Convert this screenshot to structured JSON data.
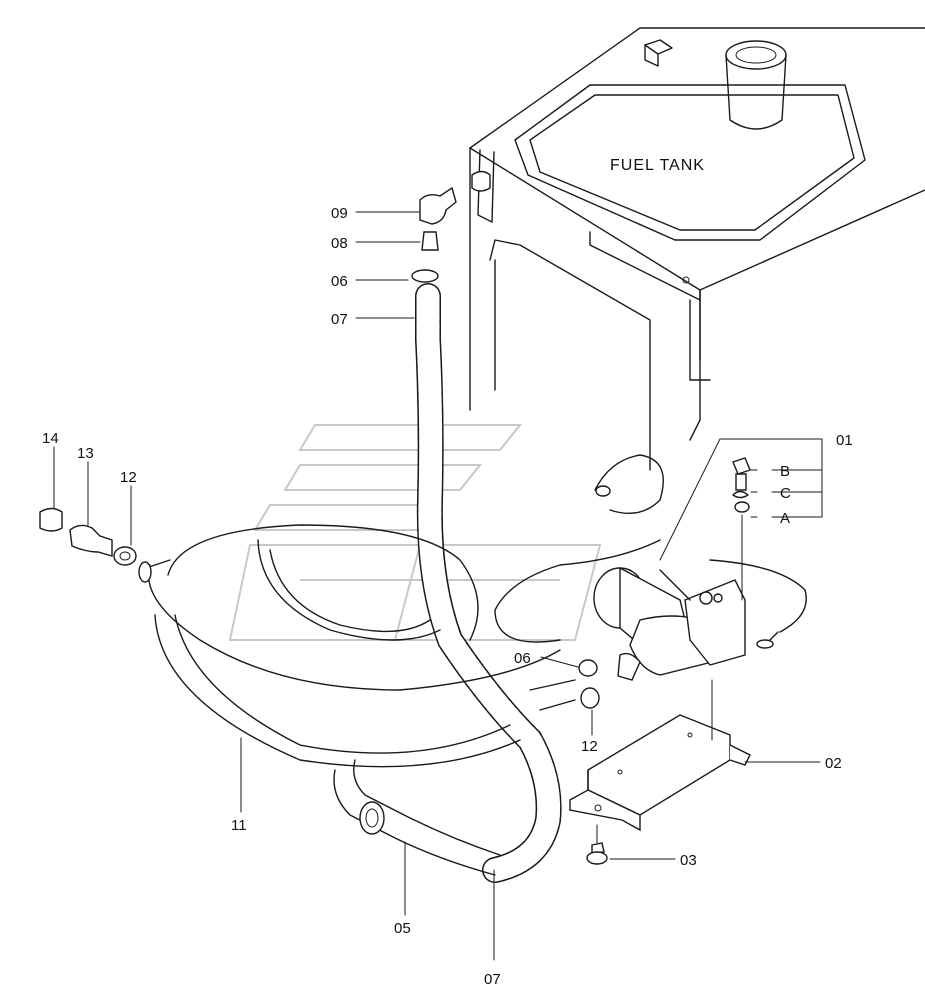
{
  "diagram": {
    "tank_label": "FUEL TANK",
    "parts": {
      "p01": "01",
      "p02": "02",
      "p03": "03",
      "p05": "05",
      "p06_top": "06",
      "p06_pump": "06",
      "p07_top": "07",
      "p07_bottom": "07",
      "p08": "08",
      "p09": "09",
      "p11": "11",
      "p12_left": "12",
      "p12_pump": "12",
      "p13": "13",
      "p14": "14",
      "sub_a": "A",
      "sub_b": "B",
      "sub_c": "C"
    }
  }
}
